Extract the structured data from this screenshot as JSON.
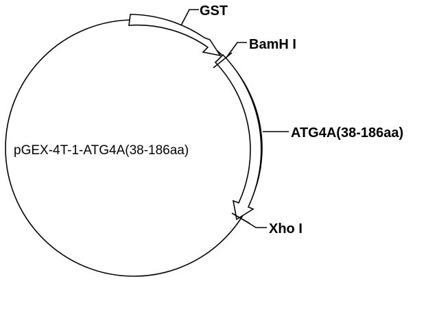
{
  "plasmid": {
    "name": "pGEX-4T-1-ATG4A(38-186aa)"
  },
  "features": {
    "gst": {
      "label": "GST"
    },
    "insert": {
      "label": "ATG4A(38-186aa)"
    }
  },
  "sites": {
    "bamhi": {
      "label": "BamH I"
    },
    "xhoi": {
      "label": "Xho I"
    }
  },
  "colors": {
    "stroke": "#000000",
    "background": "#ffffff"
  }
}
